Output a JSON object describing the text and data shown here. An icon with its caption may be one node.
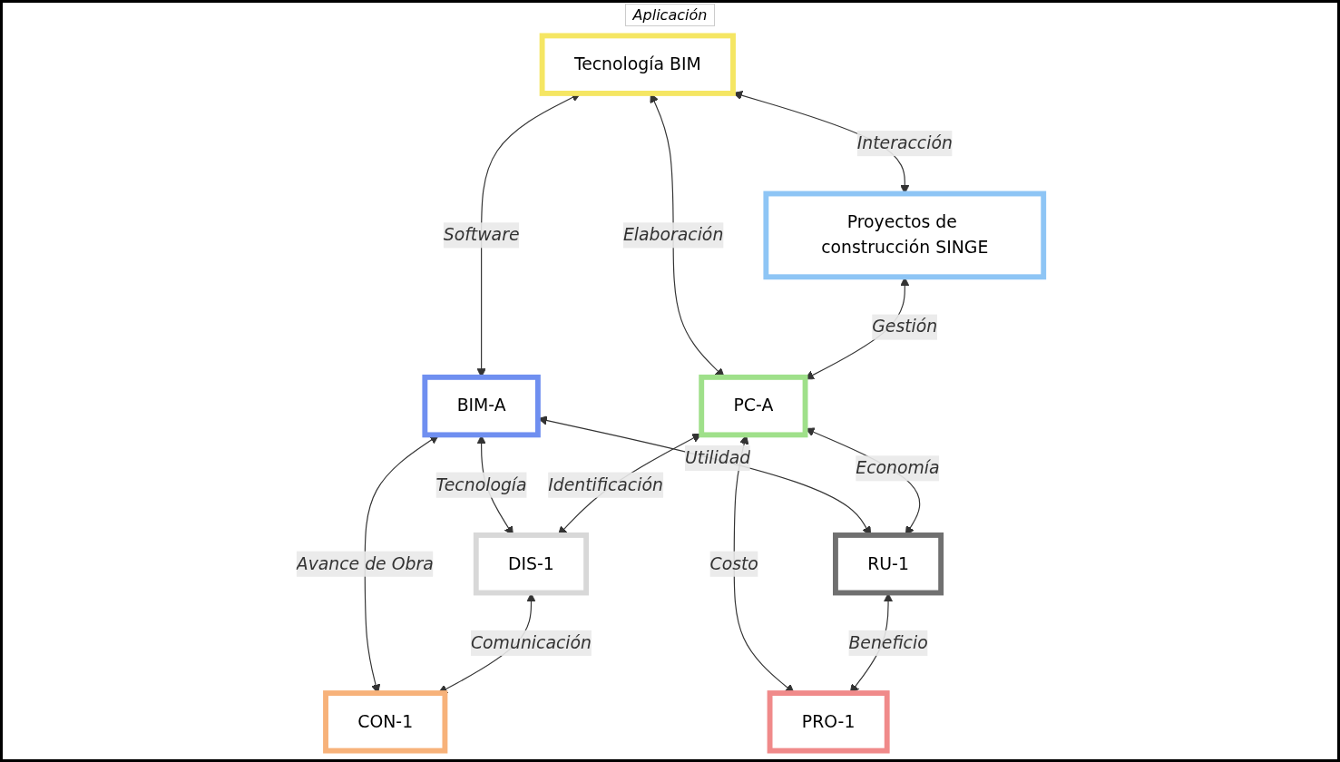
{
  "diagram": {
    "nodes": [
      {
        "text": [
          "Tecnología BIM"
        ]
      },
      {
        "text": [
          "Proyectos de construcción SINGE"
        ]
      },
      {
        "text": [
          "BIM-A"
        ]
      },
      {
        "text": [
          "PC-A"
        ]
      },
      {
        "text": [
          "DIS-1"
        ]
      },
      {
        "text": [
          "CON-1"
        ]
      },
      {
        "text": [
          "RU-1"
        ]
      },
      {
        "text": [
          "PRO-1"
        ]
      }
    ],
    "edges": [
      {
        "from": 0,
        "to": 1,
        "arrow": "both",
        "label": "Interacción"
      },
      {
        "from": 0,
        "to": 2,
        "arrow": "both",
        "label": "Software"
      },
      {
        "from": 0,
        "to": 3,
        "arrow": "both",
        "label": "Elaboración"
      },
      {
        "from": 1,
        "to": 3,
        "arrow": "both",
        "label": "Gestión"
      },
      {
        "from": 2,
        "to": 4,
        "arrow": "both",
        "label": "Tecnología"
      },
      {
        "from": 3,
        "to": 4,
        "arrow": "both",
        "label": "Identificación"
      },
      {
        "from": 2,
        "to": 5,
        "arrow": "both",
        "label": "Avance de Obra"
      },
      {
        "from": 2,
        "to": 6,
        "arrow": "both",
        "label": "Utilidad"
      },
      {
        "from": 3,
        "to": 6,
        "arrow": "both",
        "label": "Economía"
      },
      {
        "from": 3,
        "to": 7,
        "arrow": "both",
        "label": "Costo"
      },
      {
        "from": 4,
        "to": 5,
        "arrow": "both",
        "label": "Comunicación"
      },
      {
        "from": 6,
        "to": 7,
        "arrow": "both",
        "label": "Beneficio"
      }
    ],
    "labels": [
      "Aplicación"
    ]
  }
}
